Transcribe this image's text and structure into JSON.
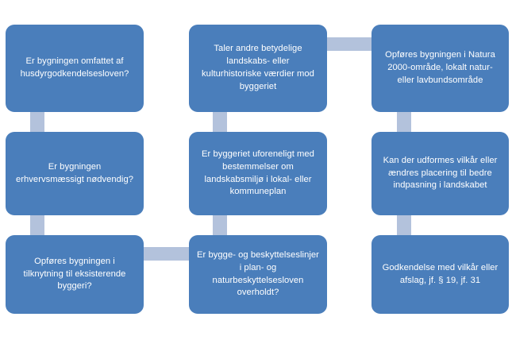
{
  "diagram": {
    "type": "flowchart",
    "title": "",
    "background_color": "#ffffff",
    "node_color": "#4a7ebb",
    "node_text_color": "#ffffff",
    "connector_color": "#b3c2dc",
    "nodes": [
      {
        "id": "r1c1",
        "row": 1,
        "col": 1,
        "text": "Er bygningen omfattet  af husdyrgodkendelsesloven?"
      },
      {
        "id": "r1c2",
        "row": 1,
        "col": 2,
        "text": "Taler andre betydelige landskabs- eller kulturhistoriske værdier mod byggeriet"
      },
      {
        "id": "r1c3",
        "row": 1,
        "col": 3,
        "text": "Opføres bygningen i Natura 2000-område, lokalt natur- eller lavbundsområde"
      },
      {
        "id": "r2c1",
        "row": 2,
        "col": 1,
        "text": "Er bygningen erhvervsmæssigt nødvendig?"
      },
      {
        "id": "r2c2",
        "row": 2,
        "col": 2,
        "text": "Er byggeriet uforeneligt med bestemmelser om landskabsmiljø i lokal- eller kommuneplan"
      },
      {
        "id": "r2c3",
        "row": 2,
        "col": 3,
        "text": "Kan der udformes vilkår eller ændres placering til bedre indpasning i landskabet"
      },
      {
        "id": "r3c1",
        "row": 3,
        "col": 1,
        "text": "Opføres bygningen i tilknytning til eksisterende byggeri?"
      },
      {
        "id": "r3c2",
        "row": 3,
        "col": 2,
        "text": "Er bygge- og beskyttelseslinjer i plan- og naturbeskyttelsesloven overholdt?"
      },
      {
        "id": "r3c3",
        "row": 3,
        "col": 3,
        "text": "Godkendelse med vilkår eller afslag, jf. § 19, jf. 31"
      }
    ],
    "connectors": [
      {
        "id": "c-r1c2-to-r1c3",
        "orientation": "horizontal",
        "from": "r1c2",
        "to": "r1c3"
      },
      {
        "id": "c-r1c1-to-r2c1",
        "orientation": "vertical",
        "from": "r1c1",
        "to": "r2c1"
      },
      {
        "id": "c-r1c2-to-r2c2",
        "orientation": "vertical",
        "from": "r1c2",
        "to": "r2c2"
      },
      {
        "id": "c-r1c3-to-r2c3",
        "orientation": "vertical",
        "from": "r1c3",
        "to": "r2c3"
      },
      {
        "id": "c-r2c1-to-r3c1",
        "orientation": "vertical",
        "from": "r2c1",
        "to": "r3c1"
      },
      {
        "id": "c-r2c2-to-r3c2",
        "orientation": "vertical",
        "from": "r2c2",
        "to": "r3c2"
      },
      {
        "id": "c-r2c3-to-r3c3",
        "orientation": "vertical",
        "from": "r2c3",
        "to": "r3c3"
      },
      {
        "id": "c-r3c1-to-r3c2",
        "orientation": "horizontal",
        "from": "r3c1",
        "to": "r3c2"
      }
    ]
  }
}
